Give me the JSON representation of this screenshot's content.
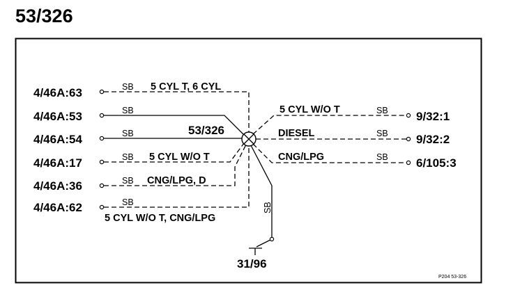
{
  "title": "53/326",
  "splice": {
    "label": "53/326"
  },
  "left_terminals": [
    {
      "label": "4/46A:63",
      "wire": "SB",
      "condition": "5 CYL T, 6 CYL",
      "style": "dashed"
    },
    {
      "label": "4/46A:53",
      "wire": "SB",
      "condition": "",
      "style": "solid"
    },
    {
      "label": "4/46A:54",
      "wire": "SB",
      "condition": "",
      "style": "solid"
    },
    {
      "label": "4/46A:17",
      "wire": "SB",
      "condition": "5 CYL W/O T",
      "style": "dashed"
    },
    {
      "label": "4/46A:36",
      "wire": "SB",
      "condition": "CNG/LPG, D",
      "style": "dashed"
    },
    {
      "label": "4/46A:62",
      "wire": "SB",
      "condition": "5 CYL W/O T, CNG/LPG",
      "style": "dashed"
    }
  ],
  "right_terminals": [
    {
      "label": "9/32:1",
      "wire": "SB",
      "condition": "5 CYL W/O T",
      "style": "dashed"
    },
    {
      "label": "9/32:2",
      "wire": "SB",
      "condition": "DIESEL",
      "style": "dashed"
    },
    {
      "label": "6/105:3",
      "wire": "SB",
      "condition": "CNG/LPG",
      "style": "dashed"
    }
  ],
  "ground": {
    "label": "31/96",
    "wire": "SB"
  },
  "reference": "P204  53-326"
}
